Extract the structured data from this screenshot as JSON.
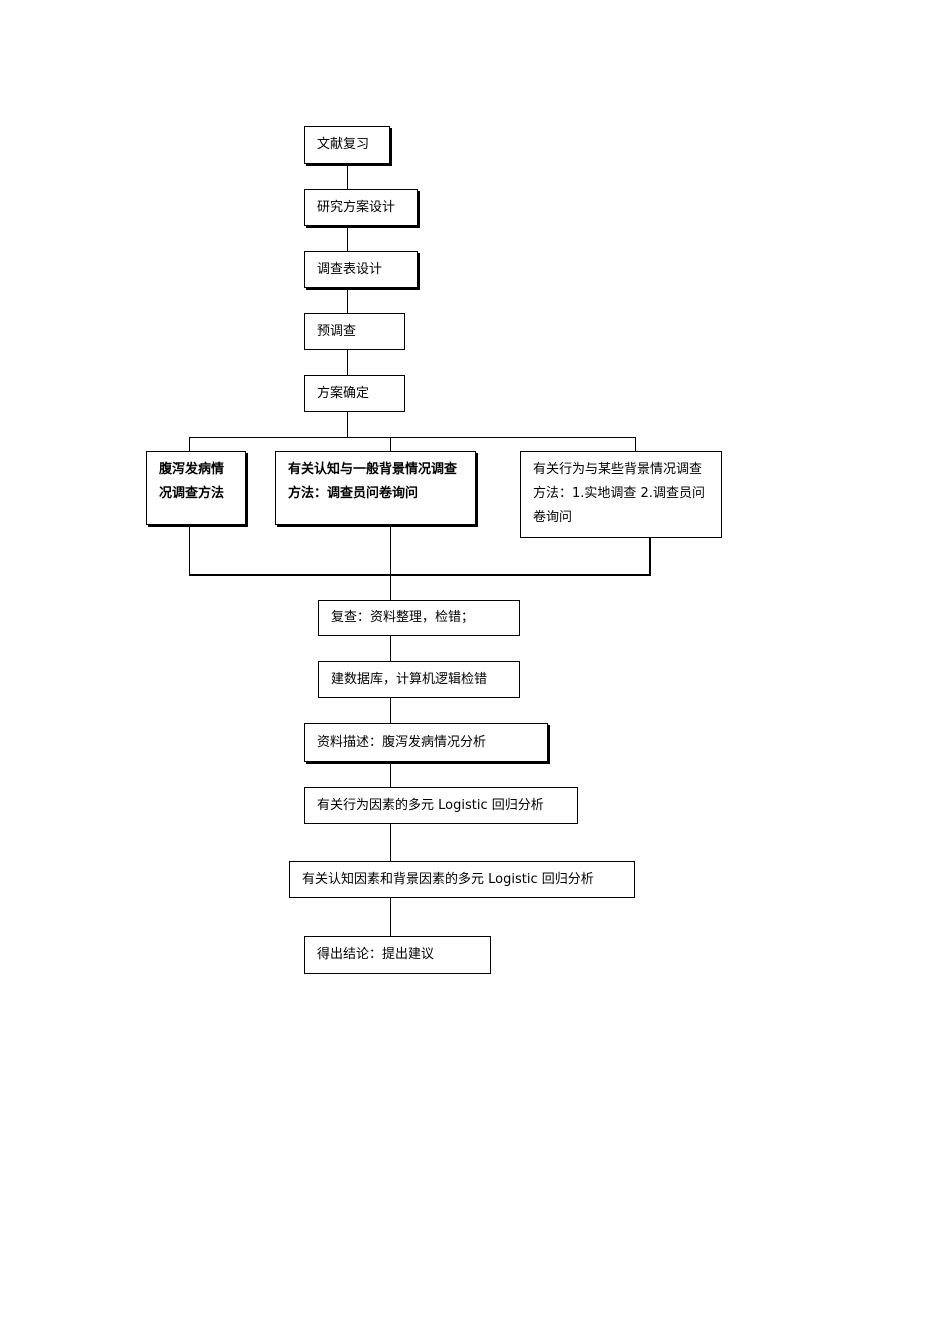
{
  "flow": {
    "step1": "文献复习",
    "step2": "研究方案设计",
    "step3": "调查表设计",
    "step4": "预调查",
    "step5": "方案确定",
    "branch_left": "腹泻发病情况调查方法",
    "branch_mid": "有关认知与一般背景情况调查方法：调查员问卷询问",
    "branch_right": "有关行为与某些背景情况调查方法：1.实地调查  2.调查员问卷询问",
    "step6": "复查：资料整理，检错；",
    "step7": "建数据库，计算机逻辑检错",
    "step8": "资料描述：腹泻发病情况分析",
    "step9": "有关行为因素的多元 Logistic 回归分析",
    "step10": "有关认知因素和背景因素的多元 Logistic 回归分析",
    "step11": "得出结论：提出建议"
  }
}
